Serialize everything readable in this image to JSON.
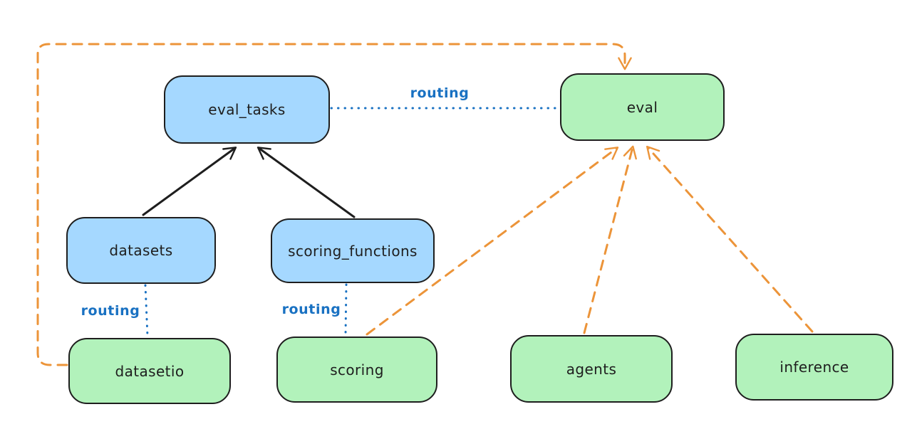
{
  "nodes": [
    {
      "id": "eval_tasks",
      "label": "eval_tasks",
      "kind": "blue"
    },
    {
      "id": "eval",
      "label": "eval",
      "kind": "green"
    },
    {
      "id": "datasets",
      "label": "datasets",
      "kind": "blue"
    },
    {
      "id": "scoring_functions",
      "label": "scoring_functions",
      "kind": "blue"
    },
    {
      "id": "datasetio",
      "label": "datasetio",
      "kind": "green"
    },
    {
      "id": "scoring",
      "label": "scoring",
      "kind": "green"
    },
    {
      "id": "agents",
      "label": "agents",
      "kind": "green"
    },
    {
      "id": "inference",
      "label": "inference",
      "kind": "green"
    }
  ],
  "edge_labels": [
    {
      "id": "routing-eval-tasks-to-eval",
      "text": "routing"
    },
    {
      "id": "routing-datasets-to-datasetio",
      "text": "routing"
    },
    {
      "id": "routing-scoring-fns-to-scoring",
      "text": "routing"
    }
  ],
  "edges": [
    {
      "from": "datasets",
      "to": "eval_tasks",
      "style": "solid-black-arrow"
    },
    {
      "from": "scoring_functions",
      "to": "eval_tasks",
      "style": "solid-black-arrow"
    },
    {
      "from": "eval_tasks",
      "to": "eval",
      "style": "dotted-blue",
      "label": "routing"
    },
    {
      "from": "datasets",
      "to": "datasetio",
      "style": "dotted-blue",
      "label": "routing"
    },
    {
      "from": "scoring_functions",
      "to": "scoring",
      "style": "dotted-blue",
      "label": "routing"
    },
    {
      "from": "datasetio",
      "to": "eval",
      "style": "dashed-orange-arrow"
    },
    {
      "from": "scoring",
      "to": "eval",
      "style": "dashed-orange-arrow"
    },
    {
      "from": "agents",
      "to": "eval",
      "style": "dashed-orange-arrow"
    },
    {
      "from": "inference",
      "to": "eval",
      "style": "dashed-orange-arrow"
    }
  ],
  "colors": {
    "blue_fill": "#a5d8ff",
    "green_fill": "#b2f2bb",
    "stroke": "#1e1e1e",
    "routing_blue": "#1971c2",
    "orange": "#ec9439",
    "background": "#ffffff"
  }
}
